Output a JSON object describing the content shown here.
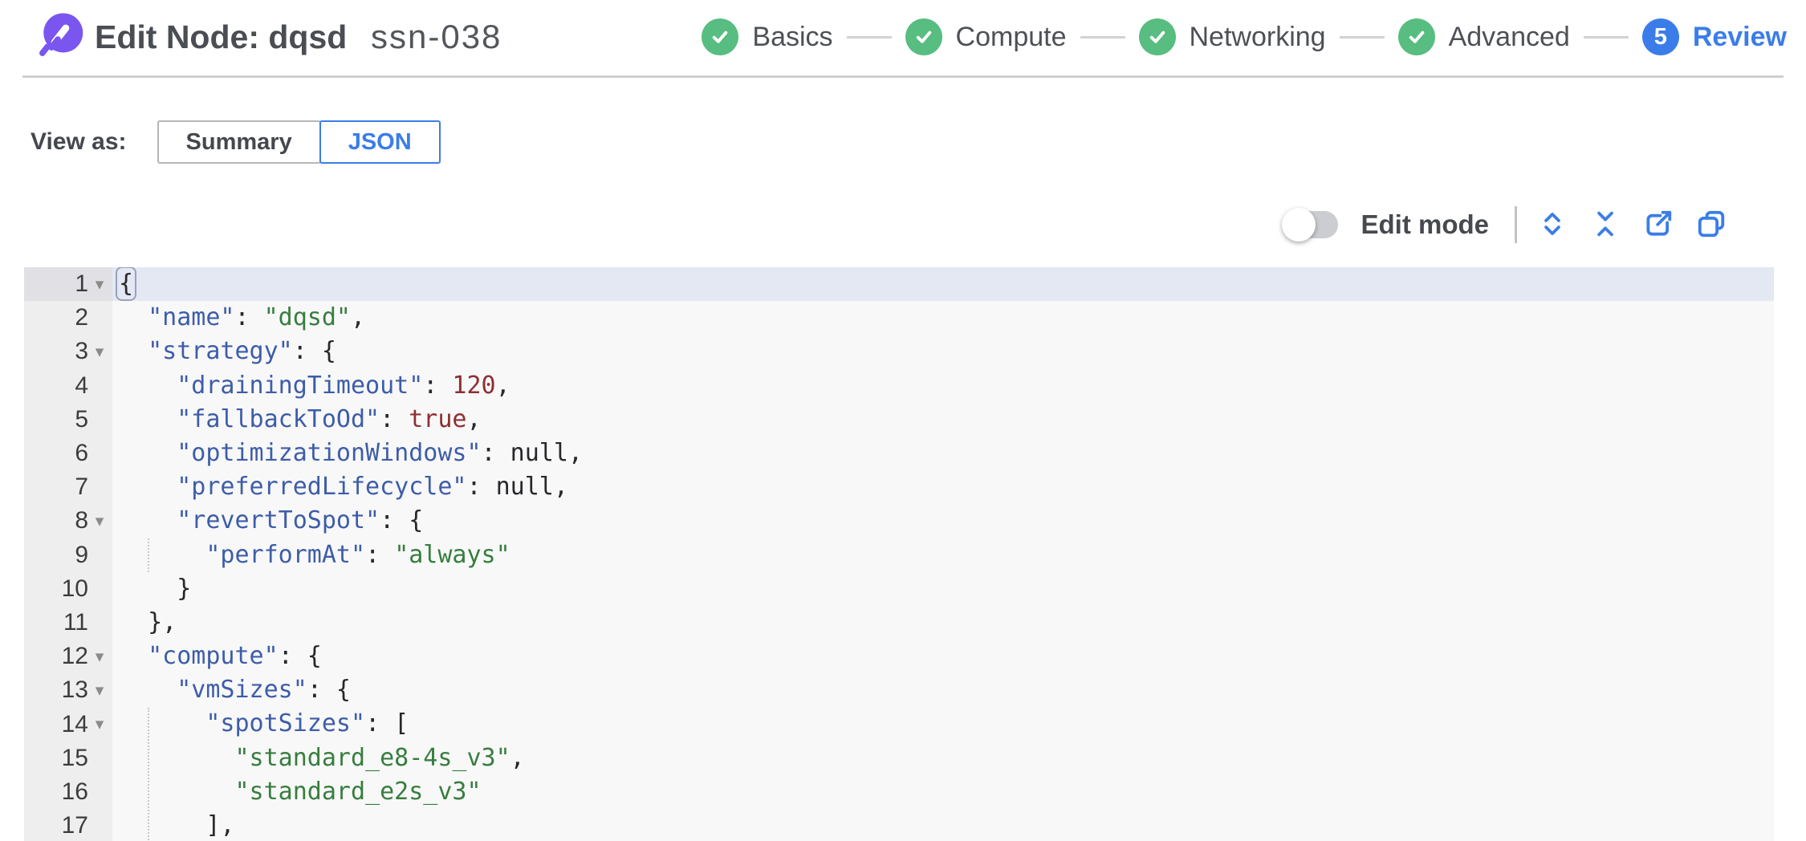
{
  "header": {
    "title": "Edit Node: dqsd",
    "node_id": "ssn-038",
    "steps": [
      {
        "label": "Basics",
        "state": "done"
      },
      {
        "label": "Compute",
        "state": "done"
      },
      {
        "label": "Networking",
        "state": "done"
      },
      {
        "label": "Advanced",
        "state": "done"
      },
      {
        "label": "Review",
        "state": "active",
        "number": "5"
      }
    ]
  },
  "view_as": {
    "label": "View as:",
    "options": [
      {
        "label": "Summary",
        "selected": false
      },
      {
        "label": "JSON",
        "selected": true
      }
    ]
  },
  "toolbar": {
    "edit_mode_label": "Edit mode",
    "edit_mode_on": false,
    "icons": [
      "expand-all-icon",
      "collapse-all-icon",
      "export-icon",
      "copy-icon"
    ]
  },
  "editor": {
    "active_line": 1,
    "fold_lines": [
      1,
      3,
      8,
      12,
      13,
      14
    ],
    "indent_guides": [
      {
        "col": 2,
        "from": 9,
        "to": 9
      },
      {
        "col": 2,
        "from": 14,
        "to": 17
      }
    ],
    "lines": [
      "{",
      "  \"name\": \"dqsd\",",
      "  \"strategy\": {",
      "    \"drainingTimeout\": 120,",
      "    \"fallbackToOd\": true,",
      "    \"optimizationWindows\": null,",
      "    \"preferredLifecycle\": null,",
      "    \"revertToSpot\": {",
      "      \"performAt\": \"always\"",
      "    }",
      "  },",
      "  \"compute\": {",
      "    \"vmSizes\": {",
      "      \"spotSizes\": [",
      "        \"standard_e8-4s_v3\",",
      "        \"standard_e2s_v3\"",
      "      ],"
    ]
  },
  "colors": {
    "brand_purple": "#7a55f0",
    "success_green": "#57bd80",
    "accent_blue": "#3b7de8",
    "syntax_key": "#3d5da8",
    "syntax_string": "#377e3d",
    "syntax_constant": "#8e2f32",
    "syntax_plain": "#26282b"
  }
}
